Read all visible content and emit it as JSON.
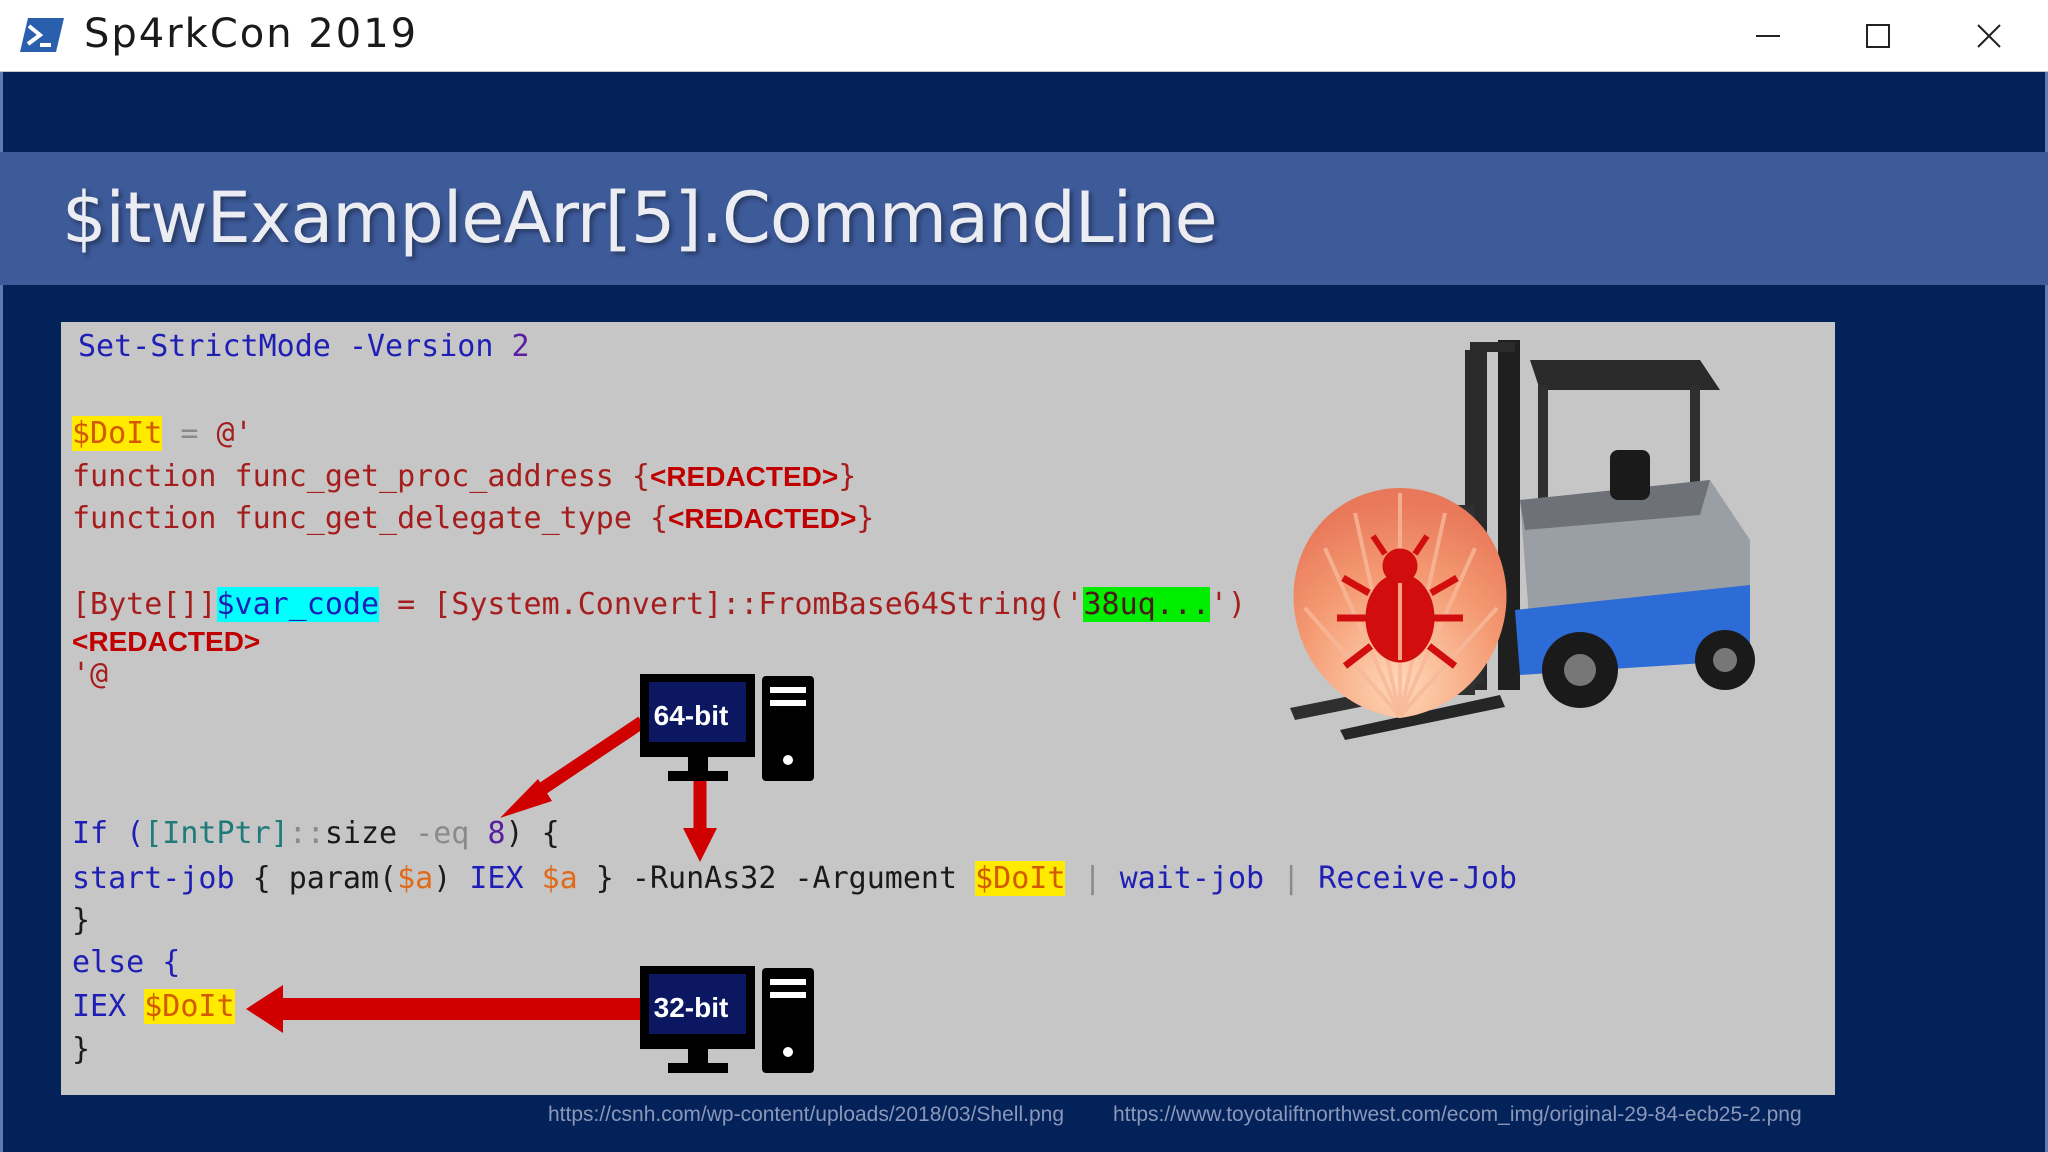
{
  "window": {
    "title": "Sp4rkCon 2019",
    "icon": "powershell-icon",
    "buttons": [
      "minimize-icon",
      "maximize-icon",
      "close-icon"
    ]
  },
  "slide": {
    "title": "$itwExampleArr[5].CommandLine",
    "code": {
      "line1": {
        "cmd": "Set-StrictMode",
        "param": "-Version",
        "value": "2"
      },
      "doit_var": "$DoIt",
      "doit_assign": " = ",
      "heredoc_open": "@'",
      "func1_prefix": "function func_get_proc_address {",
      "func2_prefix": "function func_get_delegate_type {",
      "redacted": "<REDACTED>",
      "brace_close": "}",
      "byte_prefix": "[Byte[]]",
      "var_code": "$var_code",
      "convert_mid": " = [System.Convert]::FromBase64String('",
      "b64_value": "38uq...",
      "convert_end": "')",
      "heredoc_close": "'@",
      "if_kw": "If (",
      "intptr": "[IntPtr]",
      "colons": "::",
      "size": "size ",
      "eq": "-eq",
      "eight": "8",
      "if_end": ") {",
      "start_job": "start-job",
      "param_open": " { param(",
      "a_var": "$a",
      "param_close": ") ",
      "iex": "IEX",
      "job_close": " } -RunAs32 -Argument ",
      "pipe": "|",
      "wait_job": "wait-job",
      "receive_job": "Receive-Job",
      "close_brace": "}",
      "else_kw": "else {"
    },
    "labels": {
      "bit64": "64-bit",
      "bit32": "32-bit"
    },
    "images": [
      "bug-shell-icon",
      "forklift-image"
    ],
    "credits": [
      "https://csnh.com/wp-content/uploads/2018/03/Shell.png",
      "https://www.toyotaliftnorthwest.com/ecom_img/original-29-84-ecb25-2.png"
    ]
  },
  "colors": {
    "slide_bg": "#03225a",
    "title_band": "#3d5a99",
    "panel": "#c6c6c6",
    "arrow": "#d00000"
  }
}
